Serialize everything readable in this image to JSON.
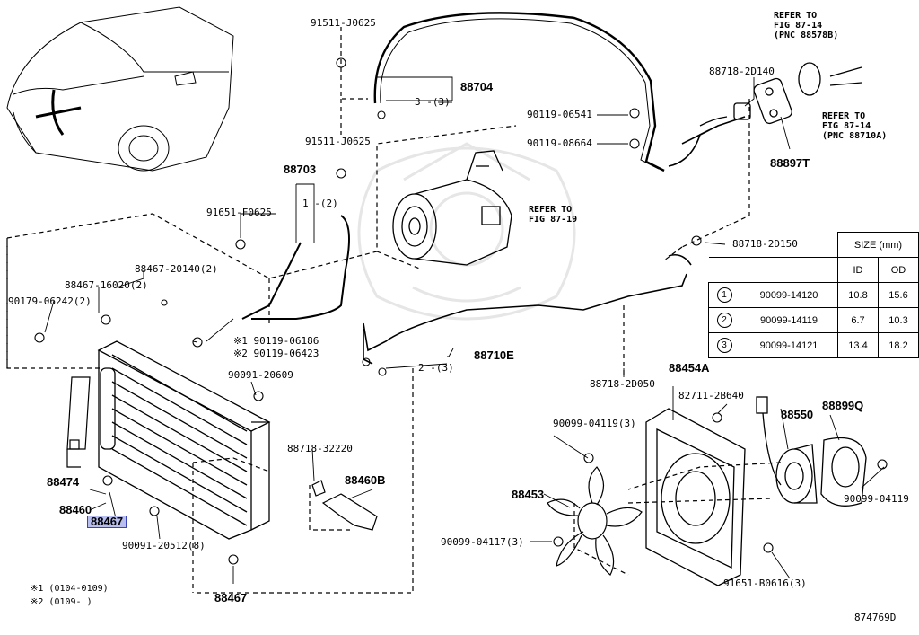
{
  "labels": {
    "p91511_top": "91511-J0625",
    "p88704": "88704",
    "p88704_ref": "3 -(3)",
    "p91511_mid": "91511-J0625",
    "p88703": "88703",
    "p88703_ref": "1 -(2)",
    "p91651": "91651-F0625",
    "p88467_20140": "88467-20140(2)",
    "p88467_16020": "88467-16020(2)",
    "p90179": "90179-06242(2)",
    "p90119_06186": "※1 90119-06186",
    "p90119_06423": "※2 90119-06423",
    "p90119_06541": "90119-06541",
    "p90119_08664": "90119-08664",
    "p88718_2d140": "88718-2D140",
    "p88897t": "88897T",
    "p88718_2d150": "88718-2D150",
    "p88710e": "88710E",
    "p88710e_ref": "2 -(3)",
    "p88718_2d050": "88718-2D050",
    "p88454a": "88454A",
    "p82711": "82711-2B640",
    "p88550": "88550",
    "p88899q": "88899Q",
    "p90099_04119_3": "90099-04119(3)",
    "p90099_04119": "90099-04119",
    "p88453": "88453",
    "p90099_04117": "90099-04117(3)",
    "p91651_b0616": "91651-B0616(3)",
    "p90091_20609": "90091-20609",
    "p88718_32220": "88718-32220",
    "p88460b": "88460B",
    "p88474": "88474",
    "p88460": "88460",
    "p88467_hl": "88467",
    "p90091_20512": "90091-20512(8)",
    "p88467_bottom": "88467",
    "figure_id": "874769D"
  },
  "refs": {
    "fig_87_14_a": [
      "REFER TO",
      "FIG 87-14",
      "(PNC 88578B)"
    ],
    "fig_87_14_b": [
      "REFER TO",
      "FIG 87-14",
      "(PNC 88710A)"
    ],
    "fig_87_19": [
      "REFER TO",
      "FIG 87-19"
    ]
  },
  "size_table": {
    "title": "SIZE (mm)",
    "columns": [
      "ID",
      "OD"
    ],
    "rows": [
      {
        "mark": "1",
        "part": "90099-14120",
        "id": "10.8",
        "od": "15.6"
      },
      {
        "mark": "2",
        "part": "90099-14119",
        "id": "6.7",
        "od": "10.3"
      },
      {
        "mark": "3",
        "part": "90099-14121",
        "id": "13.4",
        "od": "18.2"
      }
    ]
  },
  "notes": {
    "note1": "※1 (0104-0109)",
    "note2": "※2 (0109-      )"
  },
  "colors": {
    "highlight": "#b8bff0",
    "highlight_border": "#3a44b8",
    "line": "#000000",
    "watermark": "#e4e4e4"
  }
}
